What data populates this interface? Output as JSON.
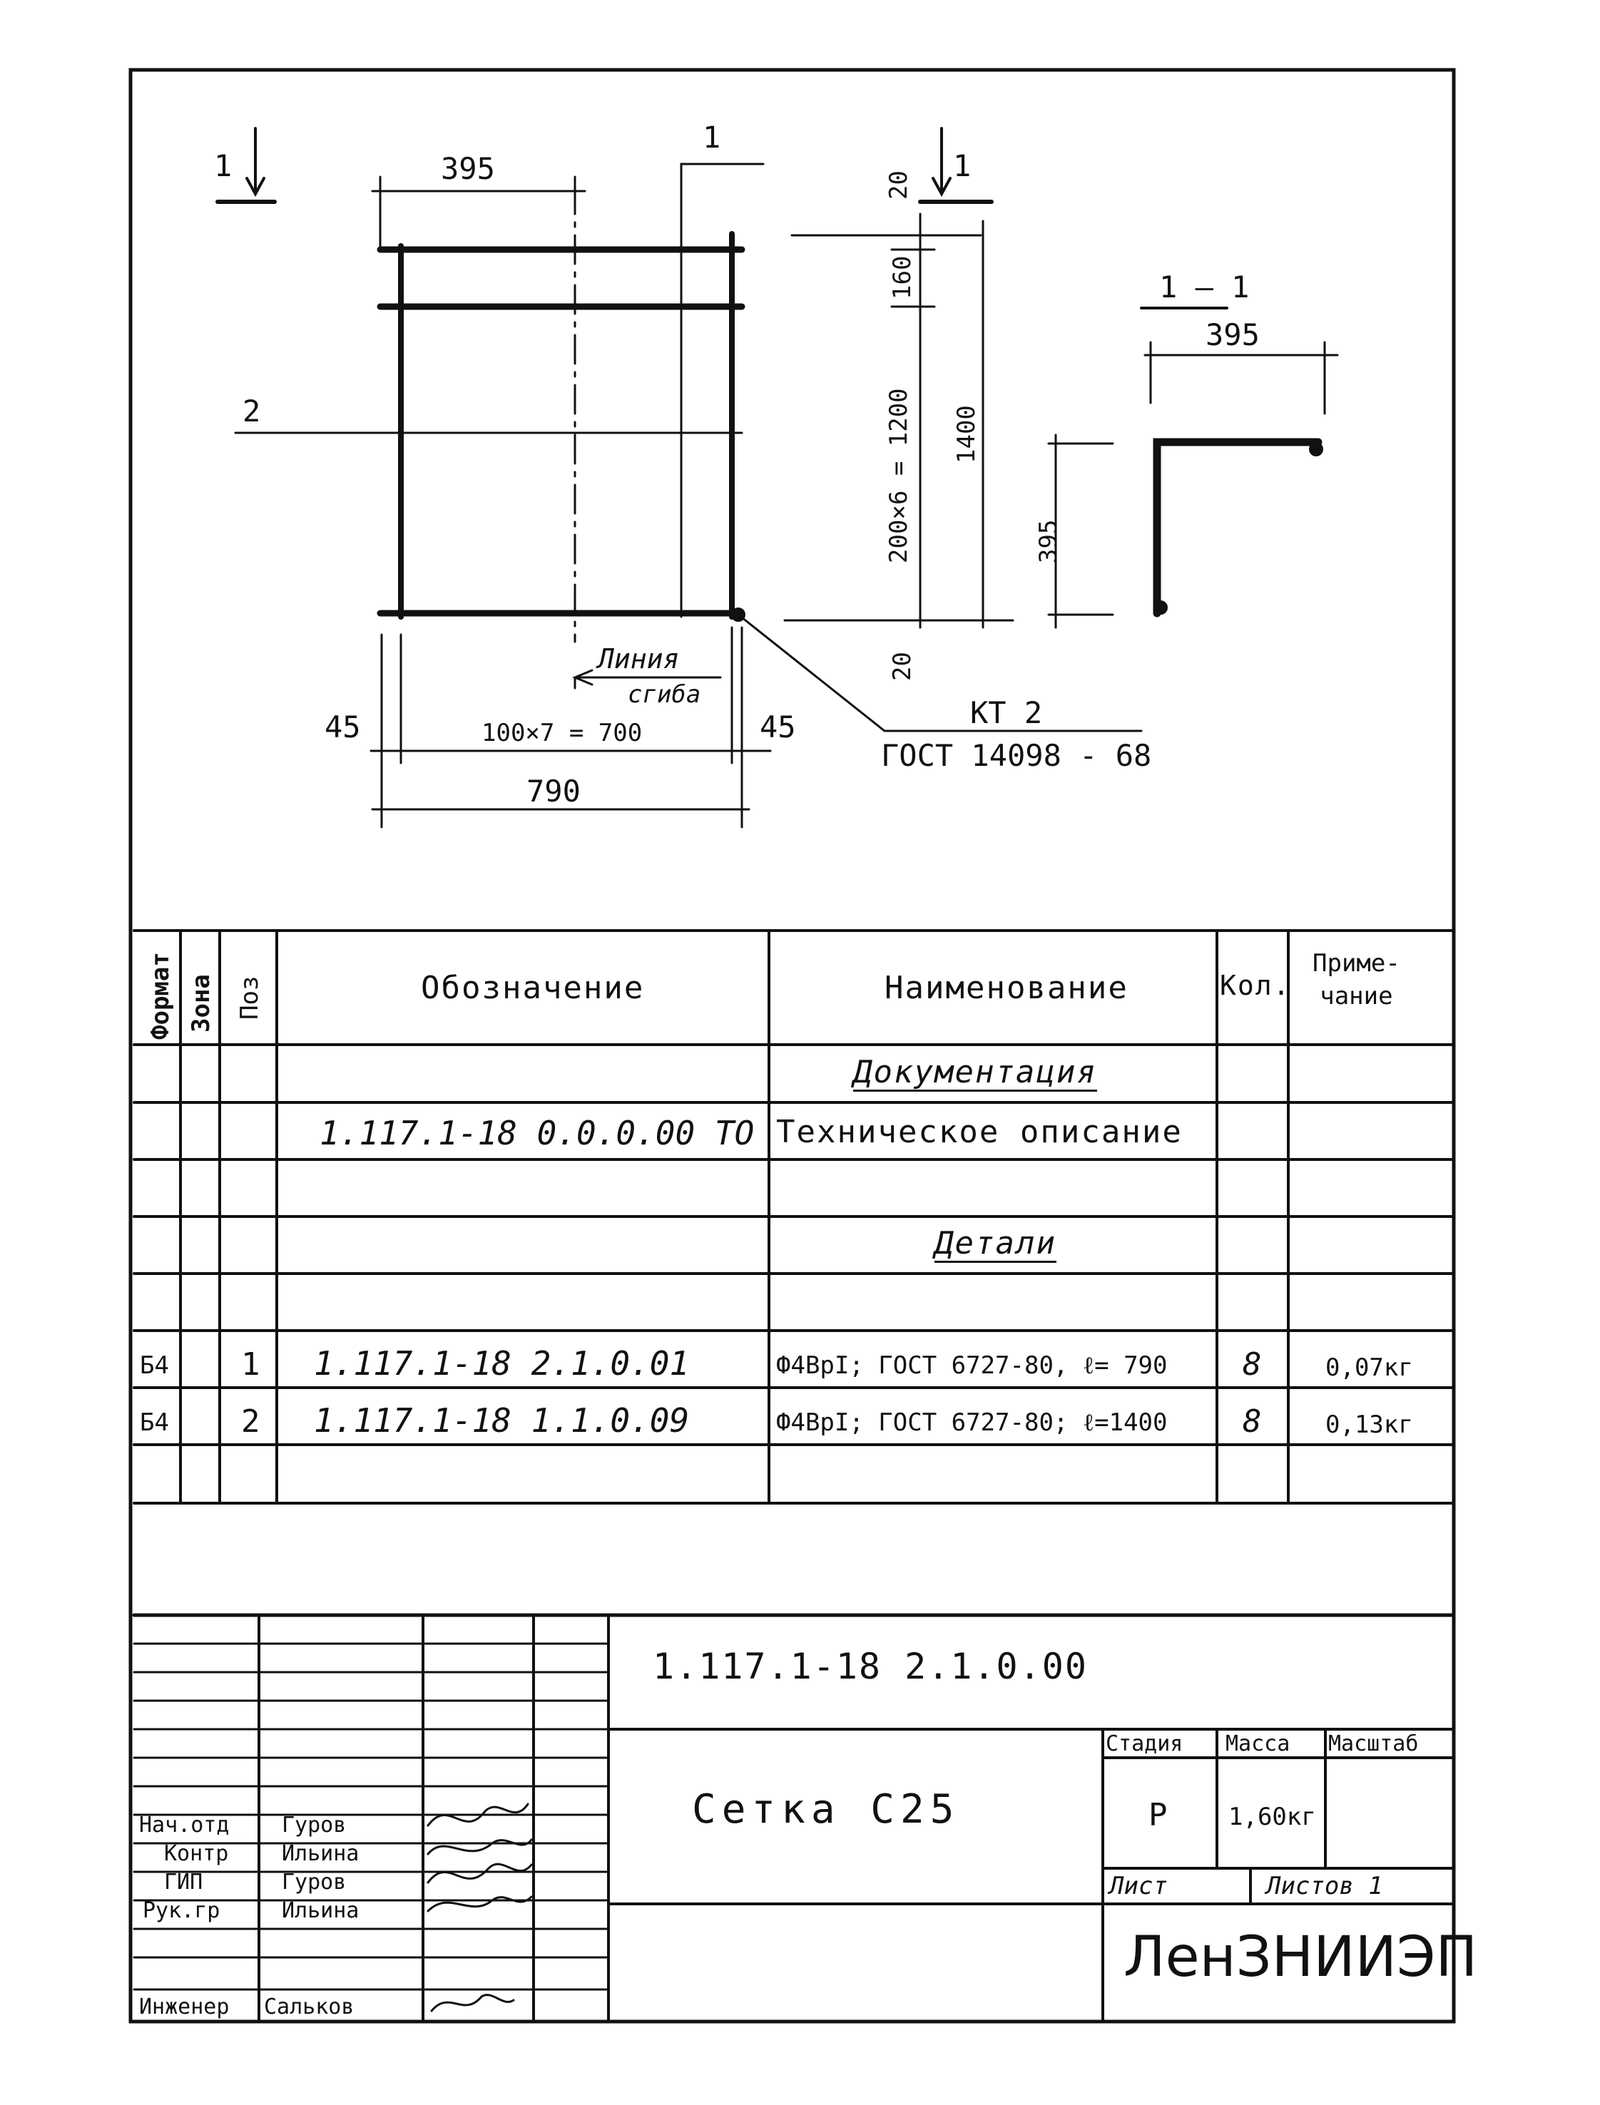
{
  "drawing": {
    "section_marks": [
      "1",
      "1",
      "1"
    ],
    "section_title": "1 — 1",
    "dims": {
      "top_width": "395",
      "leader_2": "2",
      "dim_20_top": "20",
      "dim_160": "160",
      "dim_1200": "200×6 = 1200",
      "dim_1400": "1400",
      "dim_20_bottom": "20",
      "left_45": "45",
      "right_45": "45",
      "spacing_700": "100×7 = 700",
      "total_790": "790",
      "section_width": "395",
      "section_height": "395"
    },
    "bend_line": [
      "Линия",
      "сгиба"
    ],
    "weld": [
      "КТ 2",
      "ГОСТ 14098 - 68"
    ]
  },
  "spec": {
    "headers": {
      "format": "Формат",
      "zone": "Зона",
      "pos": "Поз",
      "designation": "Обозначение",
      "name": "Наименование",
      "qty": "Кол.",
      "note": "Приме-\nчание"
    },
    "section_docs": "Документация",
    "doc_row": {
      "designation": "1.117.1-18 0.0.0.00 ТО",
      "name": "Техническое описание"
    },
    "section_parts": "Детали",
    "rows": [
      {
        "format": "Б4",
        "pos": "1",
        "designation": "1.117.1-18  2.1.0.01",
        "name": "Ф4ВрI; ГОСТ 6727-80, ℓ= 790",
        "qty": "8",
        "note": "0,07кг"
      },
      {
        "format": "Б4",
        "pos": "2",
        "designation": "1.117.1-18  1.1.0.09",
        "name": "Ф4ВрI; ГОСТ 6727-80; ℓ=1400",
        "qty": "8",
        "note": "0,13кг"
      }
    ]
  },
  "title_block": {
    "code": "1.117.1-18  2.1.0.00",
    "name": "Сетка  С25",
    "stage_label": "Стадия",
    "mass_label": "Масса",
    "scale_label": "Масштаб",
    "stage": "Р",
    "mass": "1,60кг",
    "sheet_label": "Лист",
    "sheets_label": "Листов 1",
    "org": "ЛенЗНИИЭП",
    "people": [
      {
        "role": "Нач.отд",
        "name": "Гуров"
      },
      {
        "role": "Контр",
        "name": "Ильина"
      },
      {
        "role": "ГИП",
        "name": "Гуров"
      },
      {
        "role": "Рук.гр",
        "name": "Ильина"
      },
      {
        "role": "Инженер",
        "name": "Сальков"
      }
    ]
  }
}
